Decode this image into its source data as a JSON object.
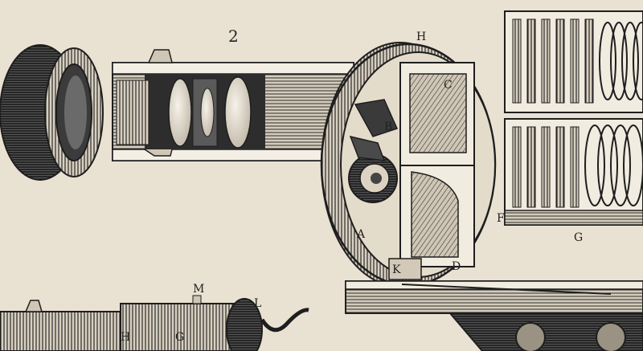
{
  "figure_number": "2",
  "labels": {
    "H": "H",
    "C": "C",
    "B": "B",
    "A": "A",
    "K": "K",
    "D": "D",
    "F": "F",
    "G": "G",
    "M": "M",
    "L": "L",
    "H2": "H",
    "G2": "G"
  },
  "colors": {
    "paper": "#e9e1d2",
    "ink": "#1e1e1e",
    "shade": "#3a3a3a",
    "highlight": "#f4efe4"
  }
}
